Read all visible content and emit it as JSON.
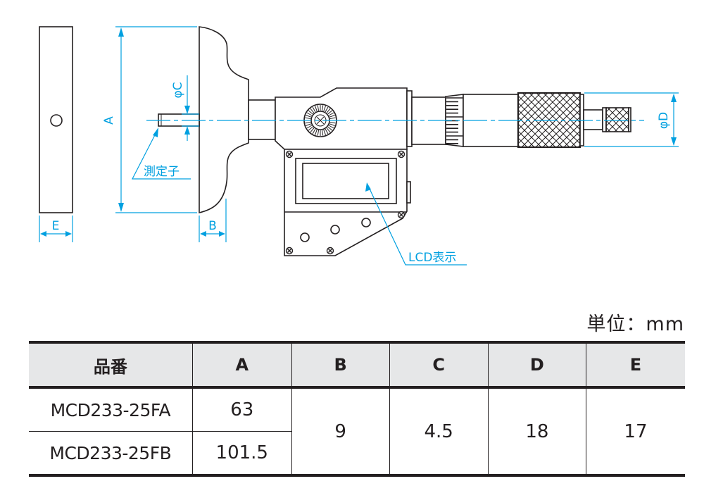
{
  "drawing": {
    "labels": {
      "dim_a": "A",
      "dim_b": "B",
      "dim_c": "φC",
      "dim_d": "φD",
      "dim_e": "E",
      "probe": "測定子",
      "lcd": "LCD表示"
    },
    "colors": {
      "dimension": "#00a0e0",
      "outline": "#231f20"
    }
  },
  "unit_label": "単位：mm",
  "table": {
    "headers": [
      "品番",
      "A",
      "B",
      "C",
      "D",
      "E"
    ],
    "rows": [
      {
        "model": "MCD233-25FA",
        "a": "63"
      },
      {
        "model": "MCD233-25FB",
        "a": "101.5"
      }
    ],
    "shared": {
      "b": "9",
      "c": "4.5",
      "d": "18",
      "e": "17"
    }
  }
}
